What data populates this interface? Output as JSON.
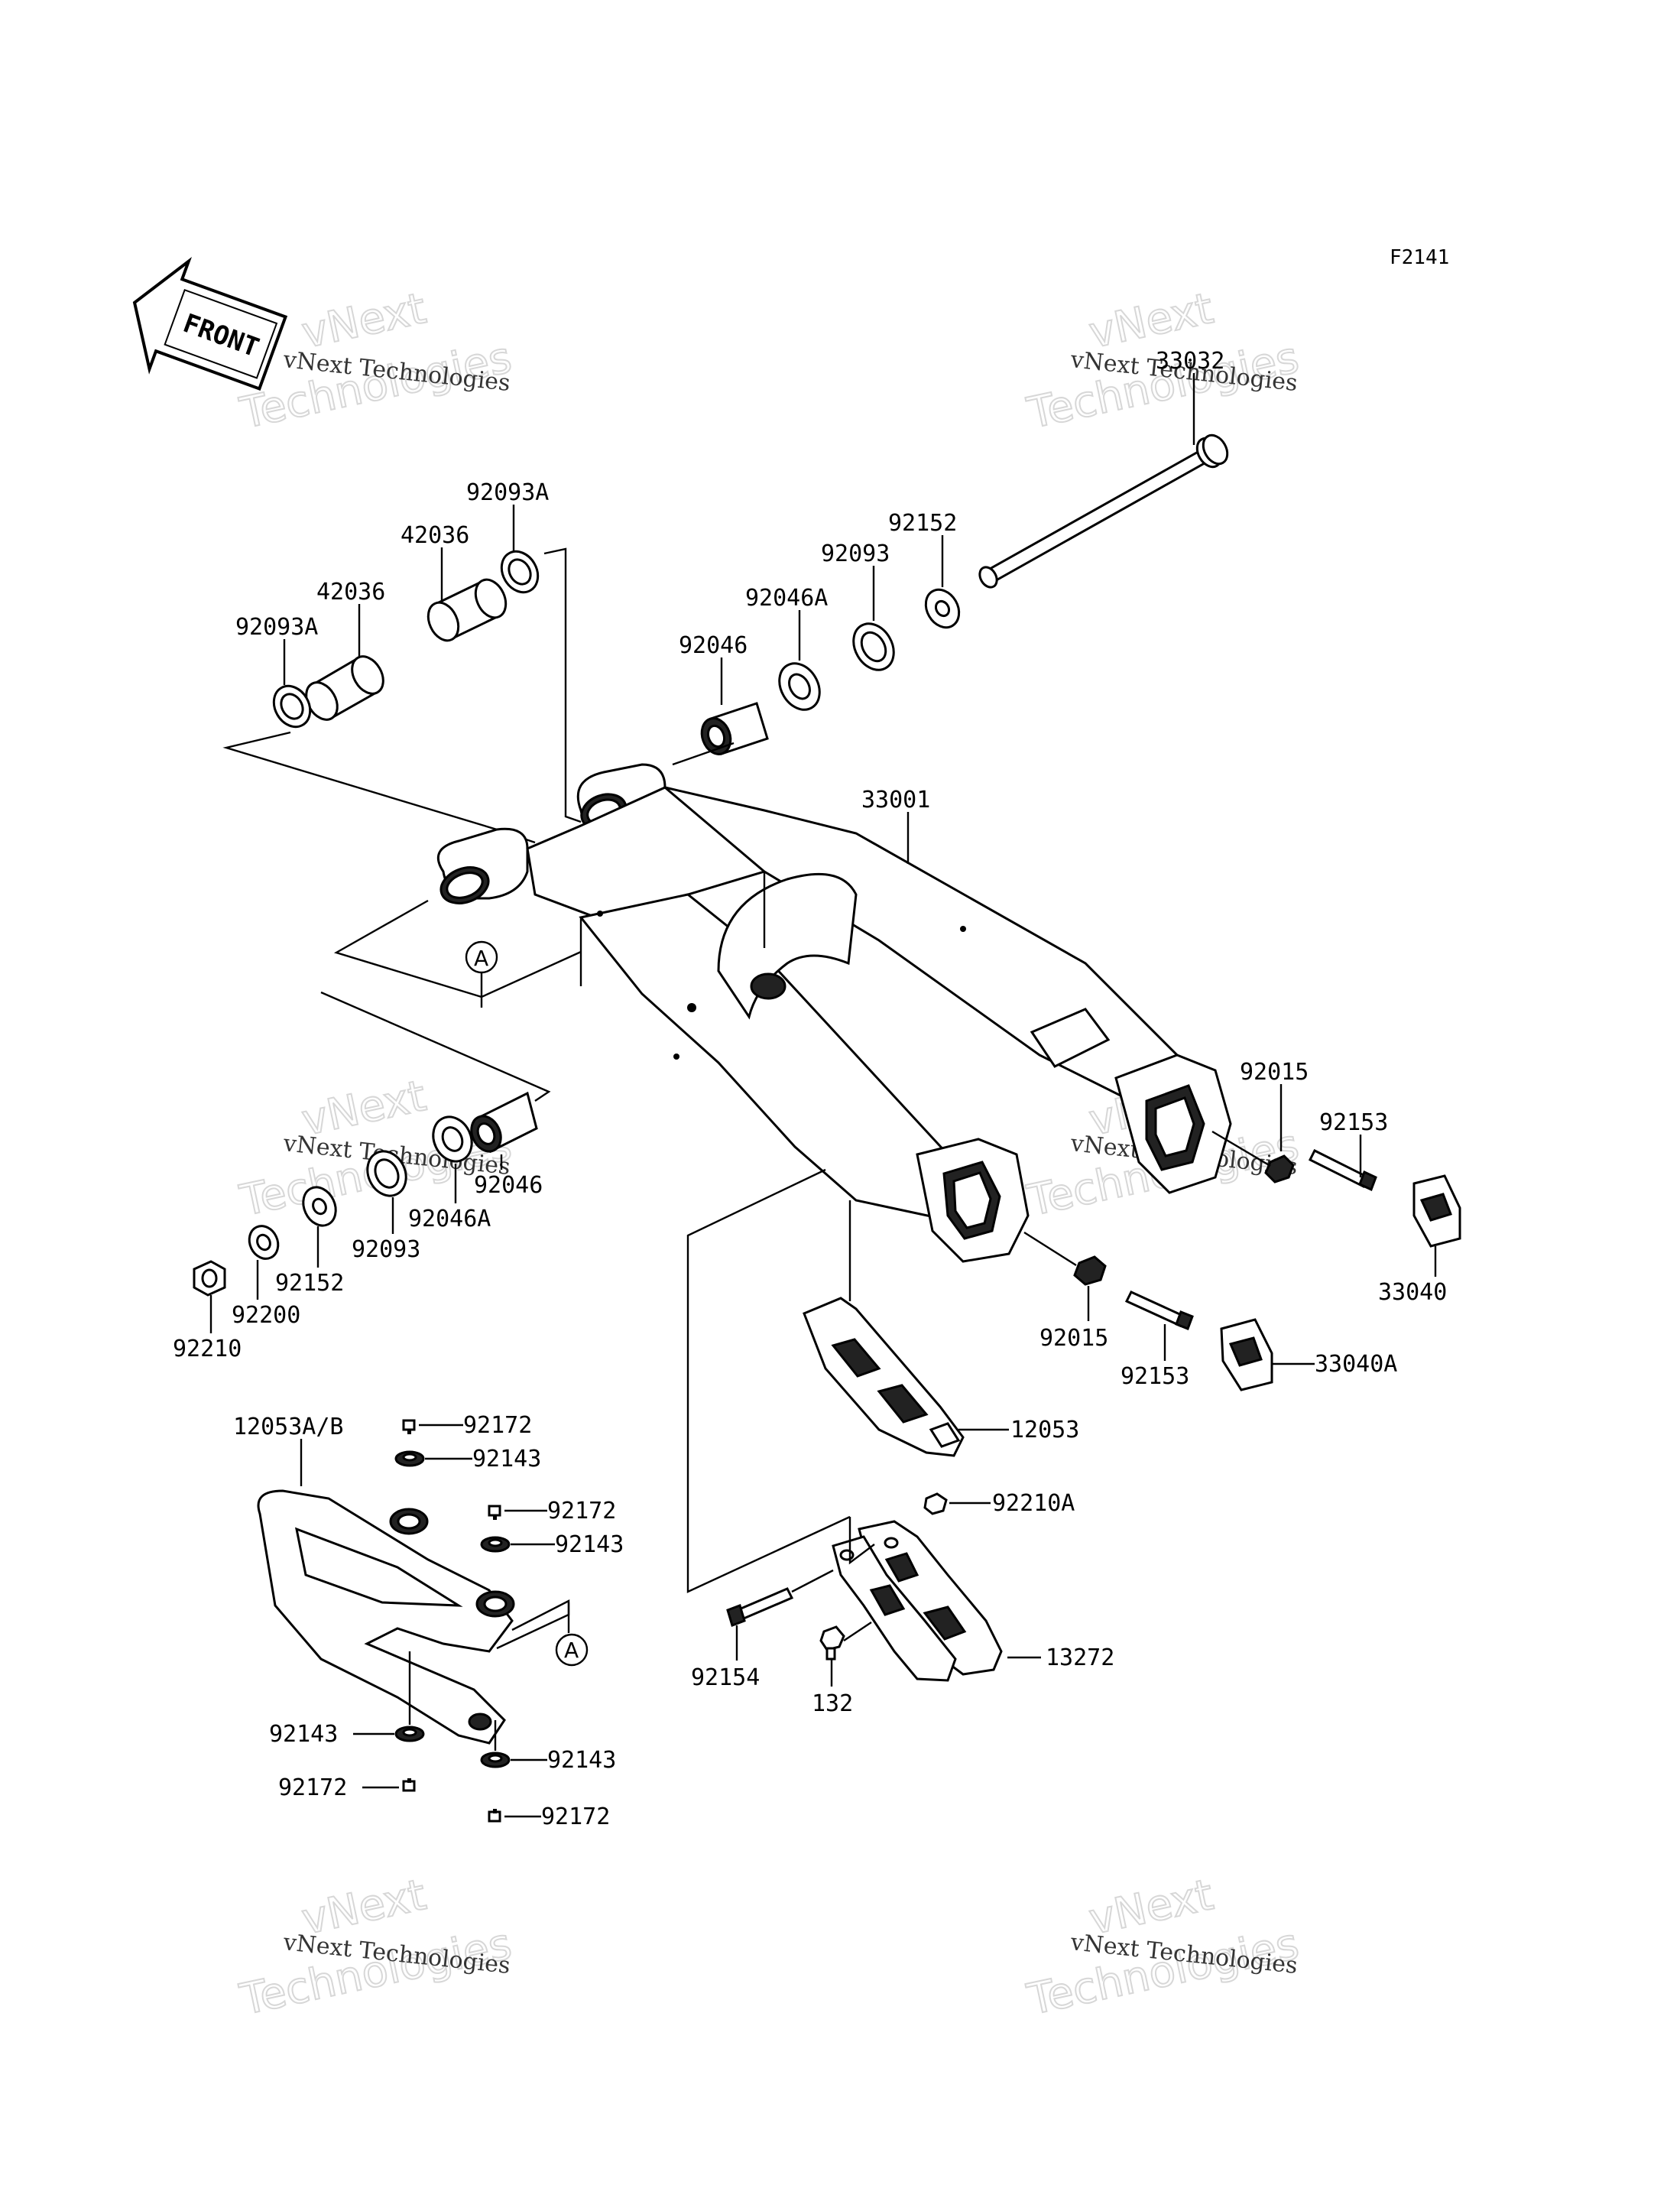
{
  "figure_code": "F2141",
  "front_label": "FRONT",
  "watermark": {
    "small": "vNext Technologies",
    "big_line1": "vNext",
    "big_line2": "Technologies"
  },
  "callout_marker": "A",
  "labels": {
    "p33032": "33032",
    "p92093A_top": "92093A",
    "p42036_a": "42036",
    "p42036_b": "42036",
    "p92093A_left": "92093A",
    "p92152_top": "92152",
    "p92093_top": "92093",
    "p92046A_top": "92046A",
    "p92046_top": "92046",
    "p33001": "33001",
    "p92015_right": "92015",
    "p92153_right": "92153",
    "p33040": "33040",
    "p92046_bot": "92046",
    "p92046A_bot": "92046A",
    "p92093_bot": "92093",
    "p92152_bot": "92152",
    "p92200": "92200",
    "p92210": "92210",
    "p92015_bot": "92015",
    "p92153_bot": "92153",
    "p33040A": "33040A",
    "p12053": "12053",
    "p12053AB": "12053A/B",
    "p92172_1": "92172",
    "p92143_1": "92143",
    "p92172_2": "92172",
    "p92143_2": "92143",
    "p92210A": "92210A",
    "p92154": "92154",
    "p132": "132",
    "p13272": "13272",
    "p92143_3": "92143",
    "p92143_4": "92143",
    "p92172_3": "92172",
    "p92172_4": "92172"
  }
}
